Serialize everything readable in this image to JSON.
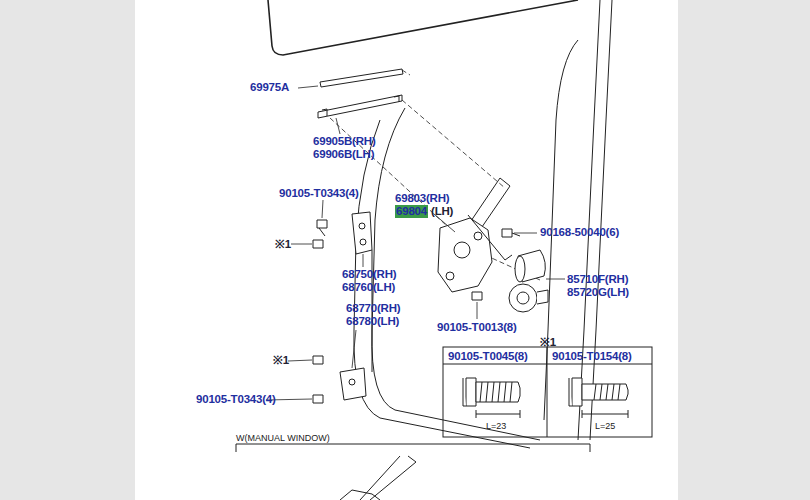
{
  "diagram": {
    "labels": [
      "69975A",
      "69905B(RH)",
      "69906B(LH)",
      "90105-T0343(4)",
      "69803(RH)",
      "69804",
      "(LH)",
      "※1",
      "90168-50040(6)",
      "68750(RH)",
      "68760(LH)",
      "85710F(RH)",
      "85720G(LH)",
      "68770(RH)",
      "68780(LH)",
      "90105-T0013(8)",
      "※1",
      "90105-T0045(8)",
      "90105-T0154(8)",
      "※1",
      "L=23",
      "L=25",
      "90105-T0343(4)",
      "W(MANUAL WINDOW)"
    ]
  }
}
